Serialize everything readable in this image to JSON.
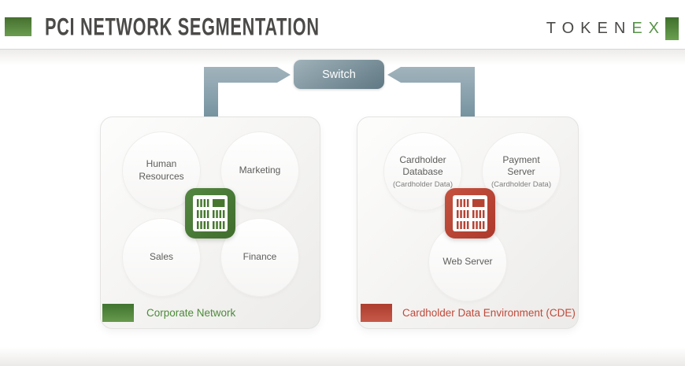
{
  "header": {
    "title": "PCI NETWORK SEGMENTATION",
    "logo": {
      "token": "TOKEN",
      "ex": "EX"
    }
  },
  "switch_node": {
    "label": "Switch"
  },
  "corporate": {
    "title": "Corporate Network",
    "accent_color": "#4d8b3a",
    "nodes": [
      {
        "label": "Human Resources"
      },
      {
        "label": "Marketing"
      },
      {
        "label": "Sales"
      },
      {
        "label": "Finance"
      }
    ]
  },
  "cde": {
    "title": "Cardholder Data Environment (CDE)",
    "accent_color": "#c04a3a",
    "nodes": [
      {
        "name": "Cardholder Database",
        "sub": "(Cardholder Data)"
      },
      {
        "name": "Payment Server",
        "sub": "(Cardholder Data)"
      },
      {
        "name": "Web Server"
      }
    ]
  },
  "colors": {
    "accent_green": "#4d8b3a",
    "accent_red": "#c04a3a",
    "connector_slate": "#8aa0ac",
    "title_text": "#4b4a48"
  }
}
